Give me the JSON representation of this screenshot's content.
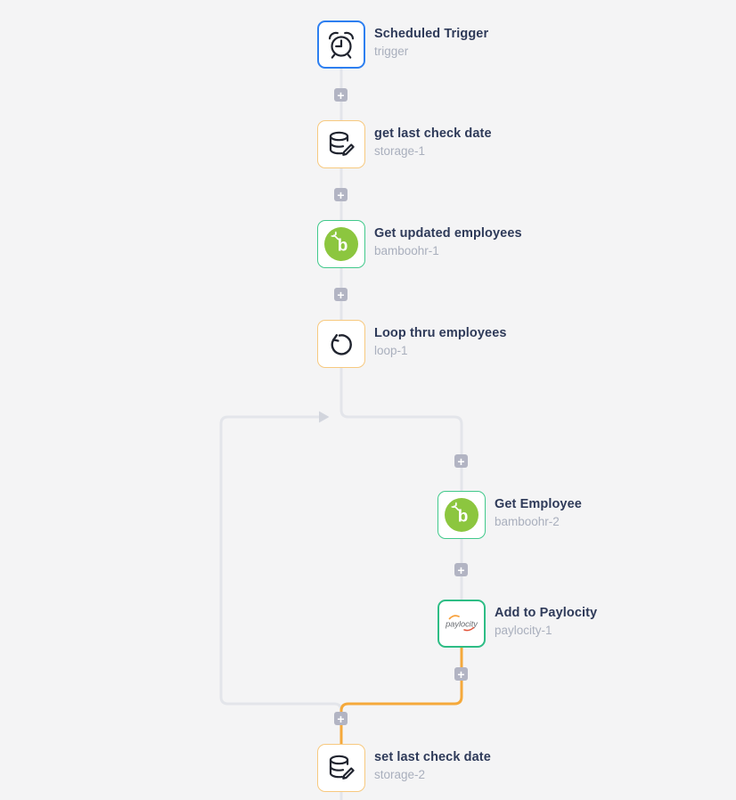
{
  "canvas": {
    "background": "#f4f4f5",
    "connector_gray": "#e3e5ea",
    "connector_arrow": "#d2d5dd",
    "connector_orange": "#f5a93b",
    "plus_button_color": "#b2b4c3",
    "title_color": "#2e3a59",
    "subtitle_color": "#a9afbd"
  },
  "connectors": {
    "add_step_label": "+"
  },
  "icons": {
    "bamboohr_letter": "b",
    "paylocity_text": "paylocity",
    "bamboohr_green": "#8cc63f"
  },
  "nodes": [
    {
      "title": "Scheduled Trigger",
      "subtitle": "trigger",
      "icon": "alarm-clock-icon",
      "accent": "#2d7ff0"
    },
    {
      "title": "get last check date",
      "subtitle": "storage-1",
      "icon": "database-edit-icon",
      "accent": "#f7c97f"
    },
    {
      "title": "Get updated employees",
      "subtitle": "bamboohr-1",
      "icon": "bamboohr-icon",
      "accent": "#41c98b"
    },
    {
      "title": "Loop thru employees",
      "subtitle": "loop-1",
      "icon": "loop-icon",
      "accent": "#f7c97f"
    },
    {
      "title": "Get Employee",
      "subtitle": "bamboohr-2",
      "icon": "bamboohr-icon",
      "accent": "#41c98b"
    },
    {
      "title": "Add to Paylocity",
      "subtitle": "paylocity-1",
      "icon": "paylocity-icon",
      "accent": "#2ebd85"
    },
    {
      "title": "set last check date",
      "subtitle": "storage-2",
      "icon": "database-edit-icon",
      "accent": "#f7c97f"
    }
  ]
}
